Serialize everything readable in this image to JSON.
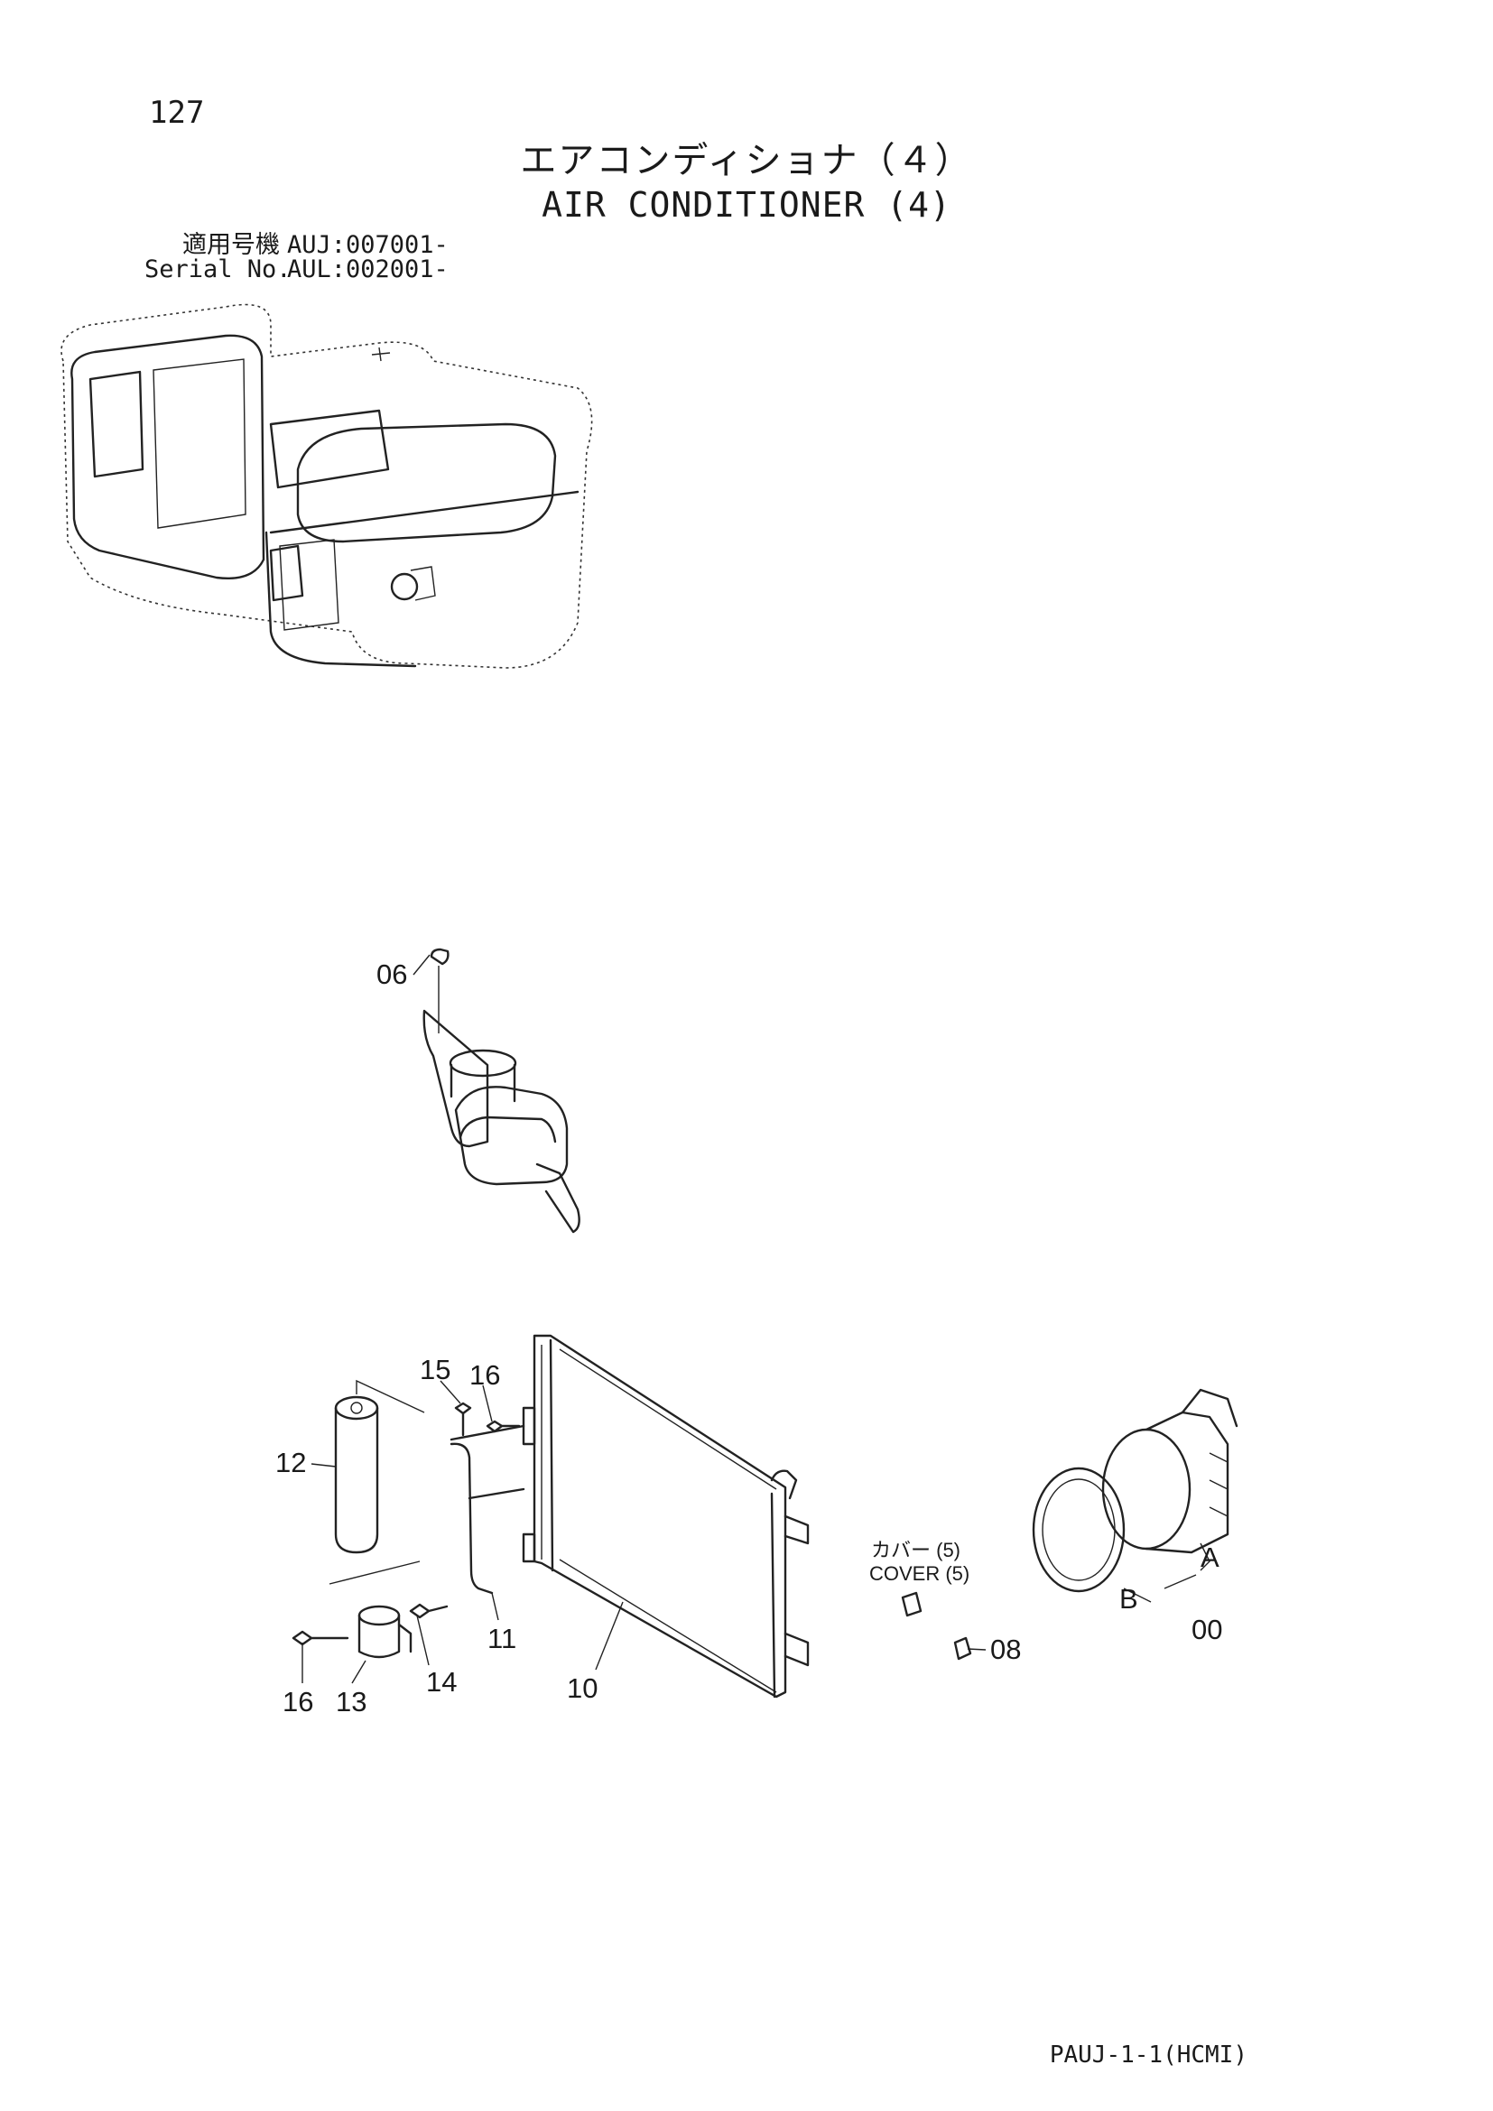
{
  "page_number": "127",
  "title_jp": "エアコンディショナ（４）",
  "title_en": "AIR CONDITIONER (4)",
  "serial": {
    "label_jp": "適用号機",
    "label_en": "Serial No.",
    "value_jp": "AUJ:007001-",
    "value_en": "AUL:002001-"
  },
  "callouts": {
    "p06": "06",
    "p15": "15",
    "p16a": "16",
    "p12": "12",
    "p11": "11",
    "p14": "14",
    "p10": "10",
    "p16b": "16",
    "p13": "13",
    "p08": "08",
    "p00": "00",
    "pA": "A",
    "pB": "B",
    "cover_jp": "カバー (5)",
    "cover_en": "COVER (5)"
  },
  "drawing_code": "PAUJ-1-1(HCMI)"
}
